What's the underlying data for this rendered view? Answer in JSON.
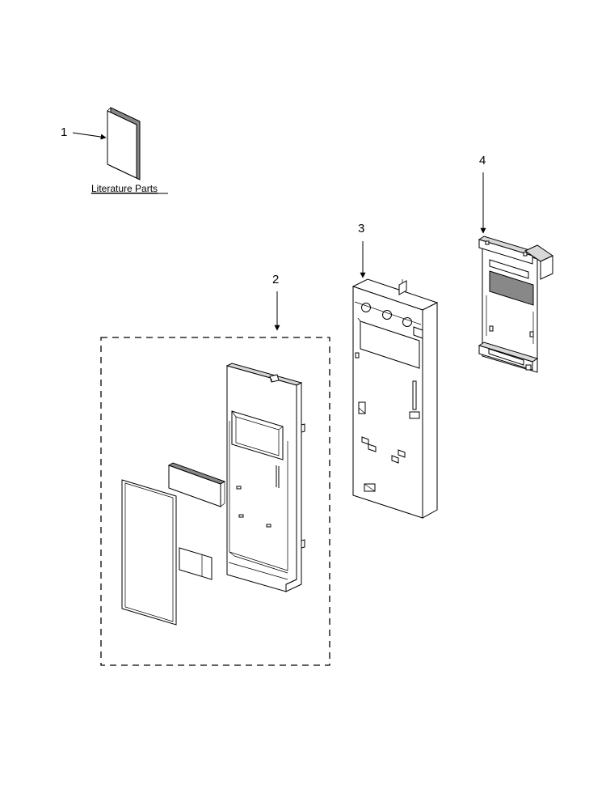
{
  "callouts": [
    {
      "number": "1"
    },
    {
      "number": "2"
    },
    {
      "number": "3"
    },
    {
      "number": "4"
    }
  ],
  "literature_label": "Literature Parts"
}
